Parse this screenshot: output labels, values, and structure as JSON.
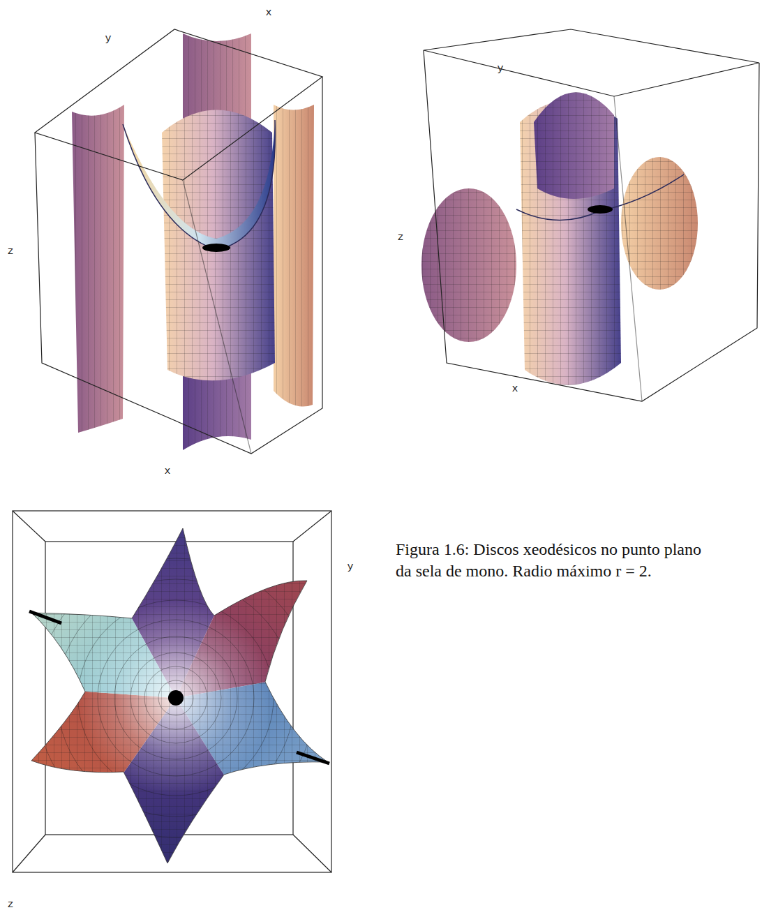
{
  "diagram": {
    "caption": "Figura 1.6: Discos xeodésicos no punto plano da sela de mono. Radio máximo r = 2.",
    "labels": [
      "x",
      "y",
      "z",
      "x",
      "y",
      "z",
      "x",
      "y",
      "z"
    ]
  }
}
